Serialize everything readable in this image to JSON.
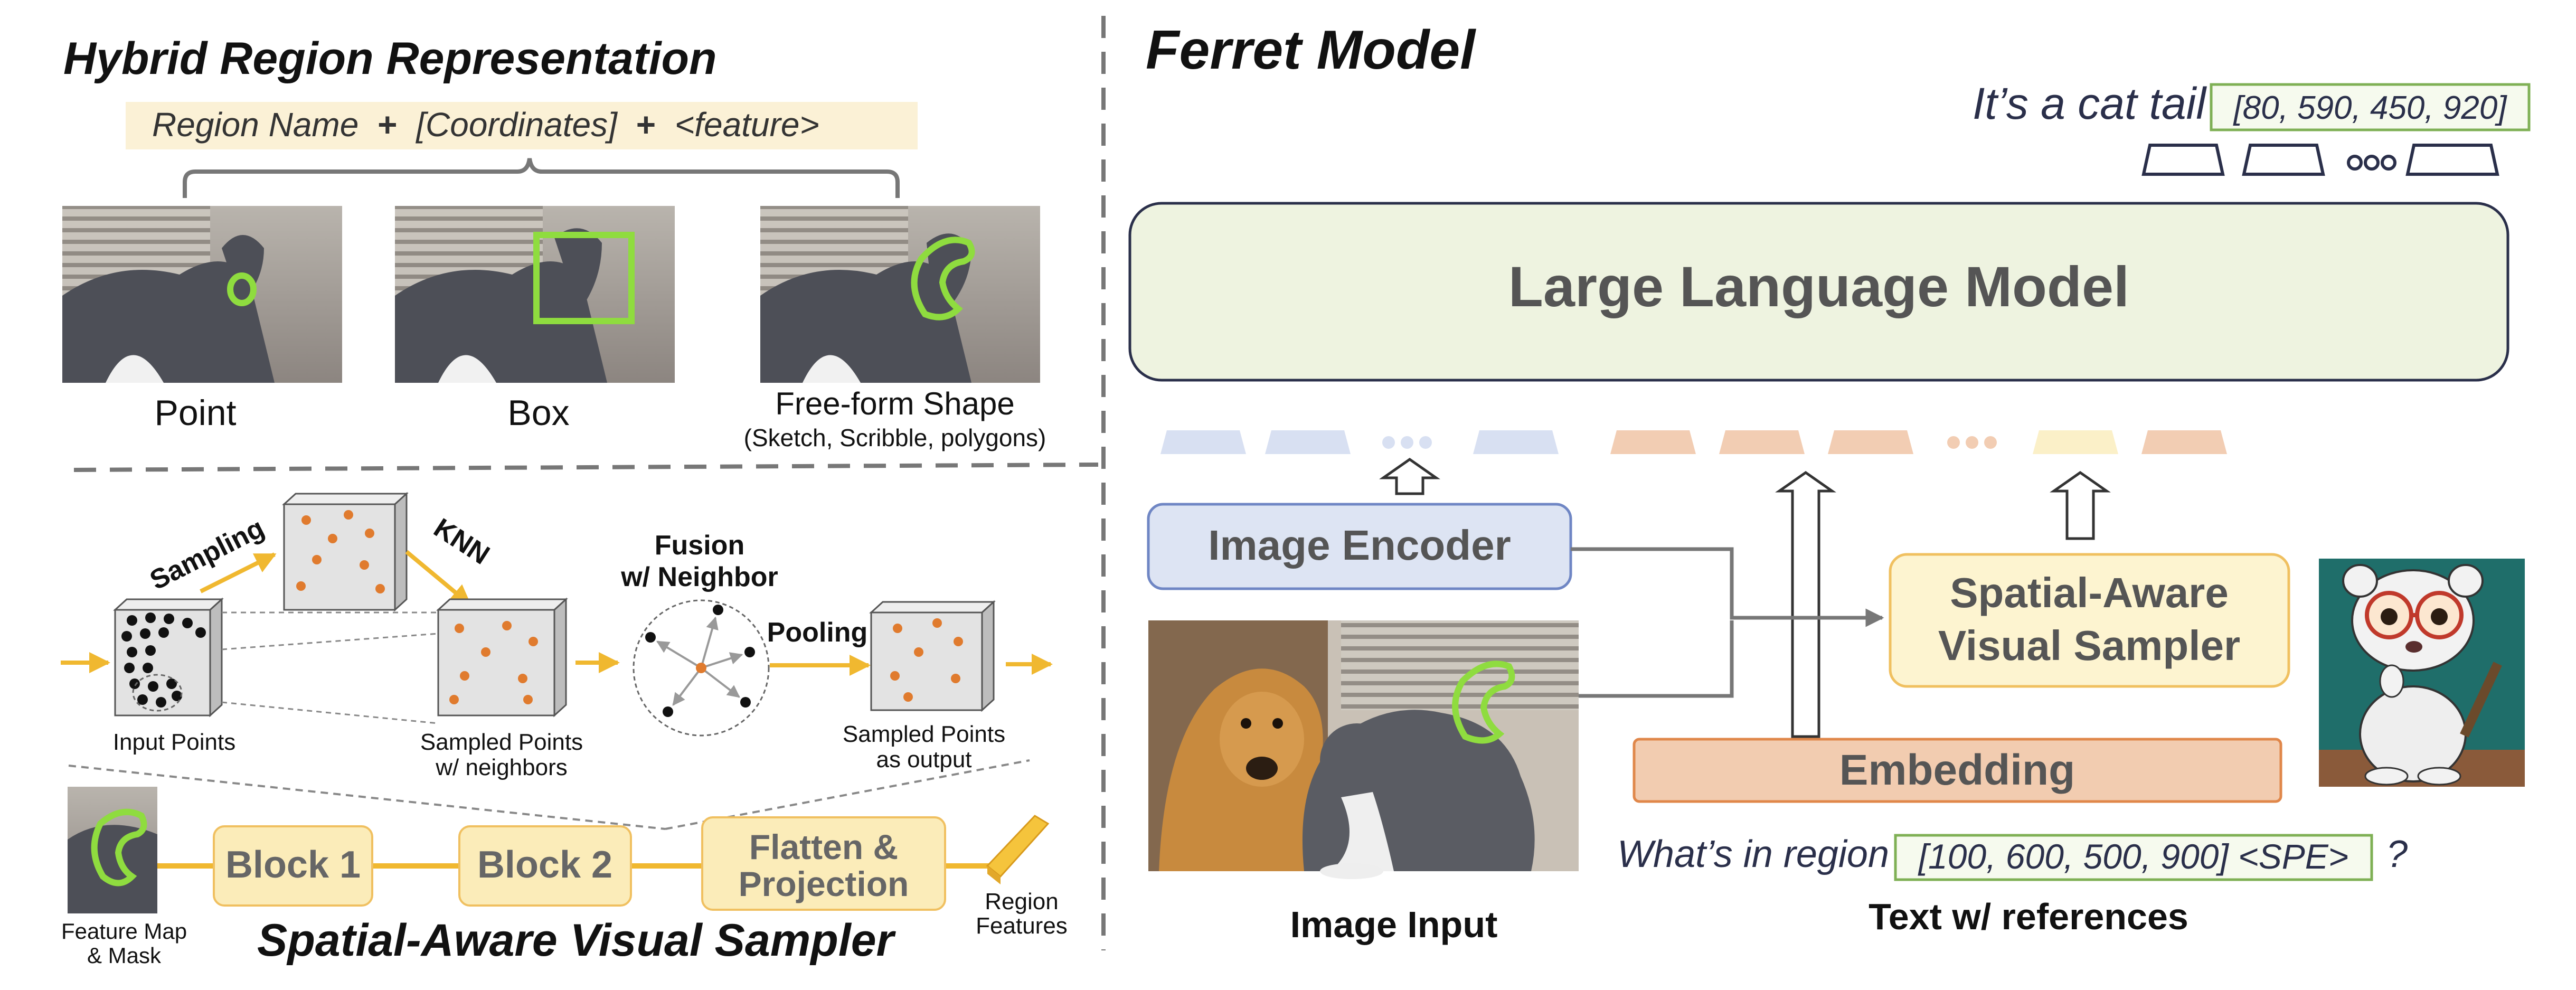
{
  "left": {
    "hybrid_title": "Hybrid Region Representation",
    "formula": {
      "region_name": "Region Name",
      "plus1": "+",
      "coordinates": "[Coordinates]",
      "plus2": "+",
      "feature": "<feature>"
    },
    "examples": [
      {
        "label": "Point"
      },
      {
        "label": "Box"
      },
      {
        "label": "Free-form Shape",
        "sublabel": "(Sketch, Scribble, polygons)"
      }
    ],
    "sampler": {
      "sampling": "Sampling",
      "knn": "KNN",
      "fusion_line1": "Fusion",
      "fusion_line2": "w/ Neighbor",
      "pooling": "Pooling",
      "input_points": "Input Points",
      "sampled_neighbors_line1": "Sampled Points",
      "sampled_neighbors_line2": "w/ neighbors",
      "sampled_output_line1": "Sampled Points",
      "sampled_output_line2": "as output"
    },
    "pipeline": {
      "feature_map_line1": "Feature Map",
      "feature_map_line2": "& Mask",
      "block1": "Block 1",
      "block2": "Block 2",
      "flatten_line1": "Flatten &",
      "flatten_line2": "Projection",
      "region_features_line1": "Region",
      "region_features_line2": "Features"
    },
    "sampler_title": "Spatial-Aware Visual Sampler"
  },
  "right": {
    "title": "Ferret Model",
    "output_text": "It’s a cat tail",
    "output_coords": "[80, 590, 450, 920]",
    "llm": "Large Language Model",
    "image_encoder": "Image Encoder",
    "sampler_line1": "Spatial-Aware",
    "sampler_line2": "Visual Sampler",
    "embedding": "Embedding",
    "query_prefix": "What’s in region",
    "query_coords": "[100, 600, 500, 900] <SPE>",
    "query_suffix": "?",
    "image_input": "Image Input",
    "text_input": "Text w/ references"
  },
  "colors": {
    "formula_bg": "#fbf1d6",
    "llm_fill": "#eef3e0",
    "encoder_fill": "#dde4f3",
    "encoder_stroke": "#6f86c4",
    "sampler_fill": "#fdf4d0",
    "embedding_fill": "#f2ccb0",
    "block_fill": "#fbecb9",
    "arrow_yellow": "#f0b830",
    "orange_dot": "#e07b2e",
    "green": "#8fdc3f",
    "coord_green": "#7fb055"
  }
}
